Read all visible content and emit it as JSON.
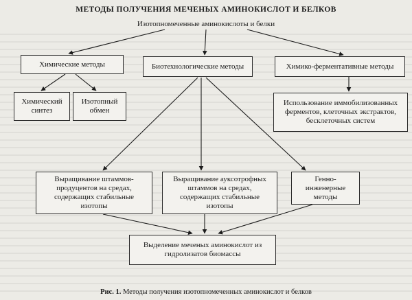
{
  "diagram": {
    "title": "МЕТОДЫ ПОЛУЧЕНИЯ МЕЧЕНЫХ АМИНОКИСЛОТ И БЕЛКОВ",
    "root": "Изотопномеченные аминокислоты и белки",
    "nodes": {
      "chemical": "Химические методы",
      "biotech": "Биотехнологические методы",
      "chemenz": "Химико-ферментативные методы",
      "synthesis": "Химический синтез",
      "exchange": "Изотопный обмен",
      "immobilized": "Использование иммобилизованных ферментов, клеточных экстрактов, бесклеточных систем",
      "producers": "Выращивание штаммов-продуцентов на средах, содержащих стабильные изотопы",
      "auxotrophs": "Выращивание ауксотрофных штаммов на средах, содержащих стабильные изотопы",
      "genetic": "Генно-инженерные методы",
      "isolation": "Выделение меченых аминокислот из гидролизатов биомассы"
    },
    "caption_label": "Рис. 1.",
    "caption_text": "Методы получения изотопномеченных аминокислот и белков"
  }
}
